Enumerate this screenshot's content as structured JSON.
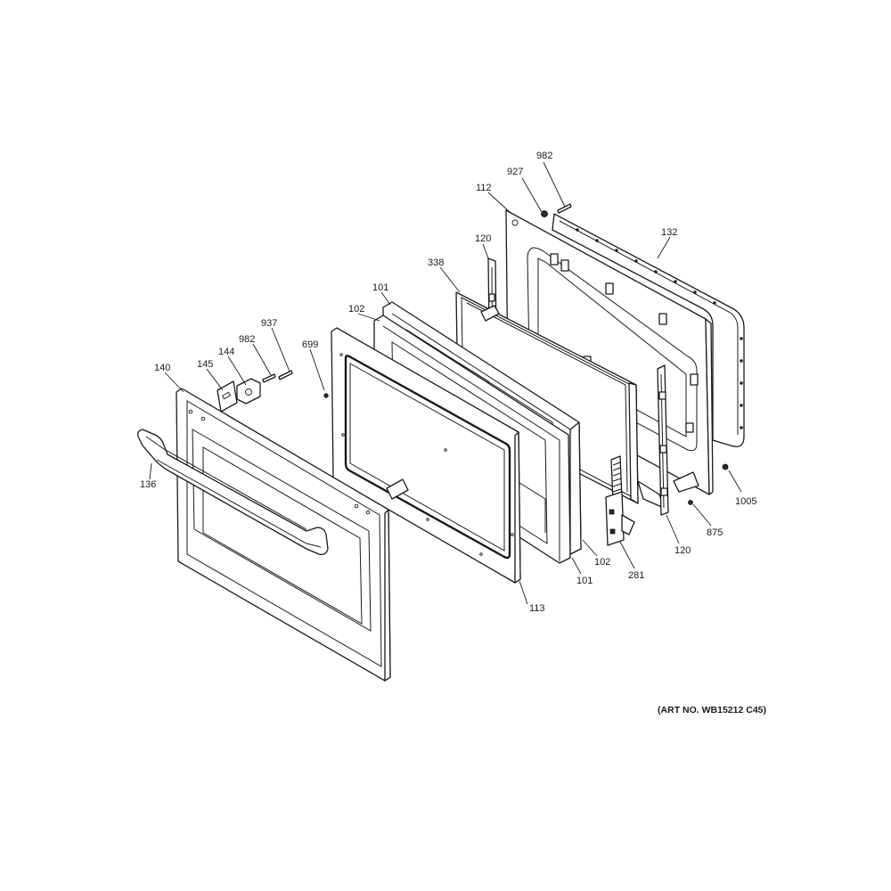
{
  "art_number": "(ART NO. WB15212 C45)",
  "callouts": {
    "c982_top": "982",
    "c927": "927",
    "c112": "112",
    "c132": "132",
    "c120_top": "120",
    "c338": "338",
    "c101_top": "101",
    "c102_top": "102",
    "c937": "937",
    "c982_left": "982",
    "c699": "699",
    "c144": "144",
    "c145": "145",
    "c140": "140",
    "c136": "136",
    "c1005": "1005",
    "c875": "875",
    "c120_bottom": "120",
    "c281": "281",
    "c102_bottom": "102",
    "c101_bottom": "101",
    "c113": "113"
  }
}
